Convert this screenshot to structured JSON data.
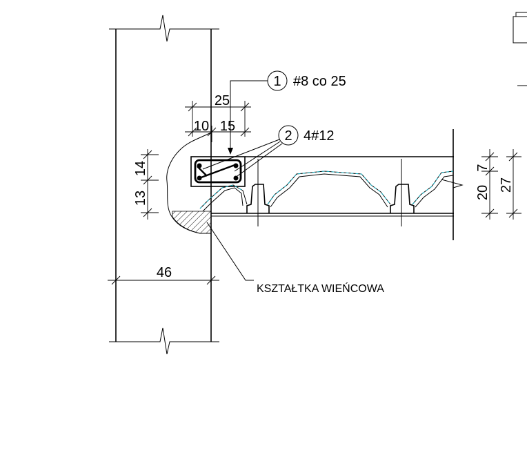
{
  "callouts": [
    {
      "number": "1",
      "text": "#8  co  25"
    },
    {
      "number": "2",
      "text": "4#12"
    }
  ],
  "dimensions": {
    "top_total": "25",
    "top_left": "10",
    "top_right": "15",
    "left_upper": "14",
    "left_lower": "13",
    "wall_width": "46",
    "right_inner_a": "7",
    "right_inner_b": "20",
    "right_total": "27"
  },
  "labels": {
    "ring_formwork": "KSZTAŁTKA  WIEŃCOWA"
  }
}
